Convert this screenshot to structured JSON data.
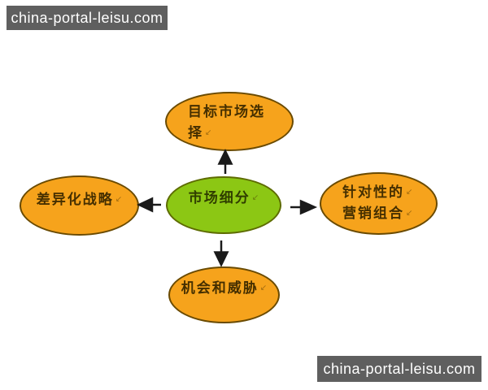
{
  "watermark": {
    "text": "china-portal-leisu.com"
  },
  "diagram": {
    "nodes": {
      "center": {
        "label": "市场细分",
        "shape": "ellipse",
        "fill": "#8cc714"
      },
      "top": {
        "lines": [
          "目标市场选",
          "择"
        ],
        "shape": "ellipse",
        "fill": "#f6a31c"
      },
      "left": {
        "label": "差异化战略",
        "shape": "ellipse",
        "fill": "#f6a31c"
      },
      "right": {
        "lines": [
          "针对性的",
          "营销组合"
        ],
        "shape": "ellipse",
        "fill": "#f6a31c"
      },
      "bottom": {
        "label": "机会和威胁",
        "shape": "ellipse",
        "fill": "#f6a31c"
      }
    },
    "edges": [
      {
        "from": "center",
        "to": "top"
      },
      {
        "from": "center",
        "to": "left"
      },
      {
        "from": "center",
        "to": "right"
      },
      {
        "from": "center",
        "to": "bottom"
      }
    ],
    "return_mark": "↙"
  },
  "colors": {
    "background": "#ffffff",
    "orange_fill": "#f6a31c",
    "orange_border": "#6a4a00",
    "green_fill": "#8cc714",
    "green_border": "#5d6b00",
    "arrow": "#1a1a1a",
    "watermark_bg": "#5f5f5f",
    "watermark_text": "#ffffff"
  }
}
